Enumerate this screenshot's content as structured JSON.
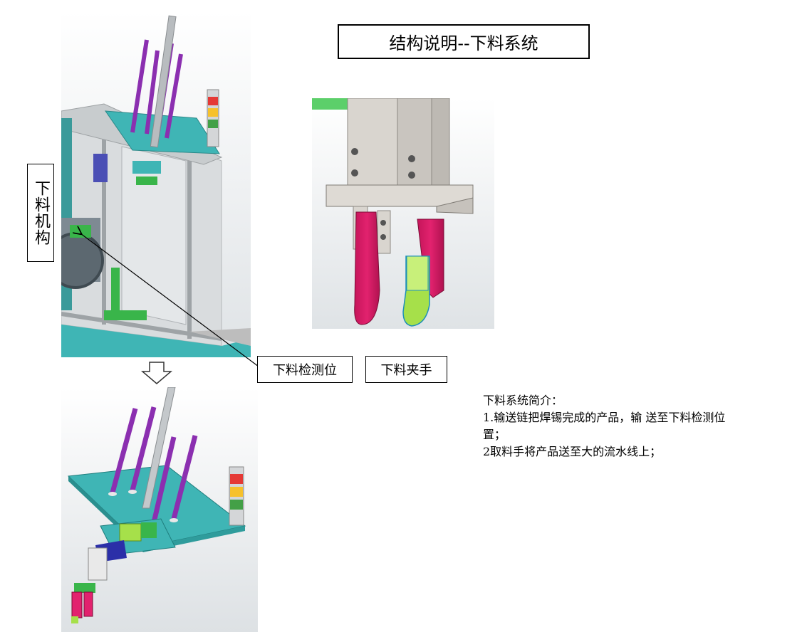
{
  "title": "结构说明--下料系统",
  "side_label": "下料机构",
  "callouts": {
    "detect_position": "下料检测位",
    "gripper": "下料夹手"
  },
  "intro": {
    "heading": "下料系统简介：",
    "item1_a": "1.输送链把焊锡完成的产品，输 送至下料检测位",
    "item1_b": "置；",
    "item2": "2取料手将产品送至大的流水线上；"
  },
  "icons": {
    "arrow": "down-arrow-icon"
  },
  "colors": {
    "purple_rod": "#8b2fb0",
    "teal_plate": "#3fb5b5",
    "green_part": "#39b54a",
    "magenta_jaw": "#e2226e",
    "lime_part": "#a6e04a",
    "frame_gray": "#cfd2d4"
  }
}
